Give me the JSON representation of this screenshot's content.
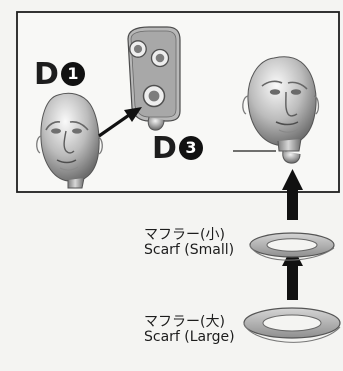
{
  "diagram": {
    "parts": {
      "d1": {
        "letter": "D",
        "number": "1"
      },
      "d3": {
        "letter": "D",
        "number": "3"
      }
    },
    "scarf_small": {
      "jp": "マフラー(小)",
      "en": "Scarf (Small)"
    },
    "scarf_large": {
      "jp": "マフラー(大)",
      "en": "Scarf (Large)"
    }
  }
}
